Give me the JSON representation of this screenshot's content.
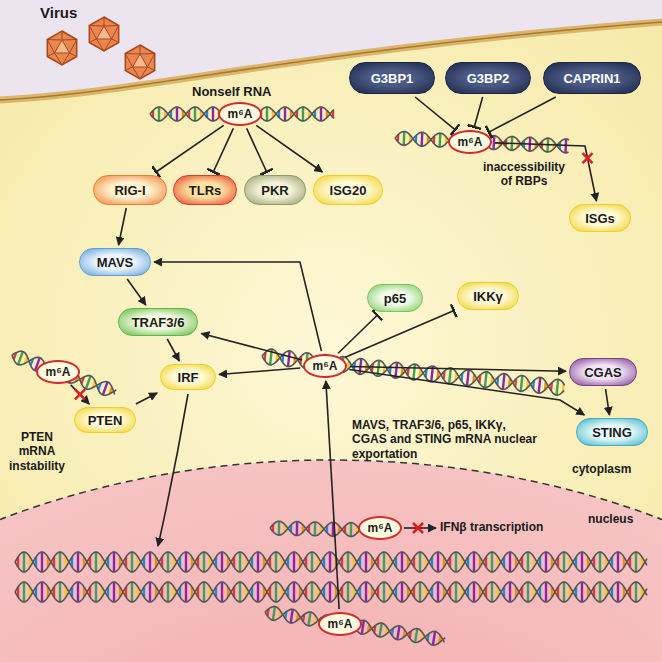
{
  "diagram": {
    "nodes": [
      {
        "text": [
          "m⁶A"
        ]
      },
      {
        "text": [
          "RIG-I"
        ]
      },
      {
        "text": [
          "TLRs"
        ]
      },
      {
        "text": [
          "PKR"
        ]
      },
      {
        "text": [
          "ISG20"
        ]
      },
      {
        "text": [
          "G3BP1"
        ]
      },
      {
        "text": [
          "G3BP2"
        ]
      },
      {
        "text": [
          "CAPRIN1"
        ]
      },
      {
        "text": [
          "m⁶A"
        ]
      },
      {
        "text": [
          "ISGs"
        ]
      },
      {
        "text": [
          "MAVS"
        ]
      },
      {
        "text": [
          "TRAF3/6"
        ]
      },
      {
        "text": [
          "IRF"
        ]
      },
      {
        "text": [
          "m⁶A"
        ]
      },
      {
        "text": [
          "PTEN"
        ]
      },
      {
        "text": [
          "m⁶A"
        ]
      },
      {
        "text": [
          "p65"
        ]
      },
      {
        "text": [
          "IKKγ"
        ]
      },
      {
        "text": [
          "CGAS"
        ]
      },
      {
        "text": [
          "STING"
        ]
      },
      {
        "text": [
          "m⁶A"
        ]
      },
      {
        "text": [
          "m⁶A"
        ]
      }
    ],
    "edges": [
      {
        "from": 0,
        "to": 1,
        "arrow": "to"
      },
      {
        "from": 0,
        "to": 2,
        "arrow": "to"
      },
      {
        "from": 0,
        "to": 3,
        "arrow": "to"
      },
      {
        "from": 0,
        "to": 4,
        "arrow": "to"
      },
      {
        "from": 5,
        "to": 8,
        "arrow": "to"
      },
      {
        "from": 6,
        "to": 8,
        "arrow": "to"
      },
      {
        "from": 7,
        "to": 8,
        "arrow": "to"
      },
      {
        "from": 8,
        "to": 9,
        "arrow": "to"
      },
      {
        "from": 1,
        "to": 10,
        "arrow": "to"
      },
      {
        "from": 10,
        "to": 11,
        "arrow": "to"
      },
      {
        "from": 11,
        "to": 12,
        "arrow": "to"
      },
      {
        "from": 13,
        "to": 14,
        "arrow": "to"
      },
      {
        "from": 14,
        "to": 12,
        "arrow": "to"
      },
      {
        "from": 15,
        "to": 10,
        "arrow": "to"
      },
      {
        "from": 15,
        "to": 11,
        "arrow": "to"
      },
      {
        "from": 15,
        "to": 12,
        "arrow": "to"
      },
      {
        "from": 15,
        "to": 16,
        "arrow": "to"
      },
      {
        "from": 15,
        "to": 17,
        "arrow": "to"
      },
      {
        "from": 15,
        "to": 18,
        "arrow": "to"
      },
      {
        "from": 15,
        "to": 19,
        "arrow": "to"
      },
      {
        "from": 18,
        "to": 19,
        "arrow": "to"
      },
      {
        "from": 20,
        "to": 15,
        "arrow": "to"
      }
    ],
    "labels": [
      "Virus",
      "Nonself RNA",
      "inaccessibility of RBPs",
      "PTEN mRNA instability",
      "MAVS, TRAF3/6, p65, IKKγ, CGAS and STING mRNA nuclear exportation",
      "IFNβ transcription",
      "cytoplasm",
      "nucleus"
    ]
  }
}
